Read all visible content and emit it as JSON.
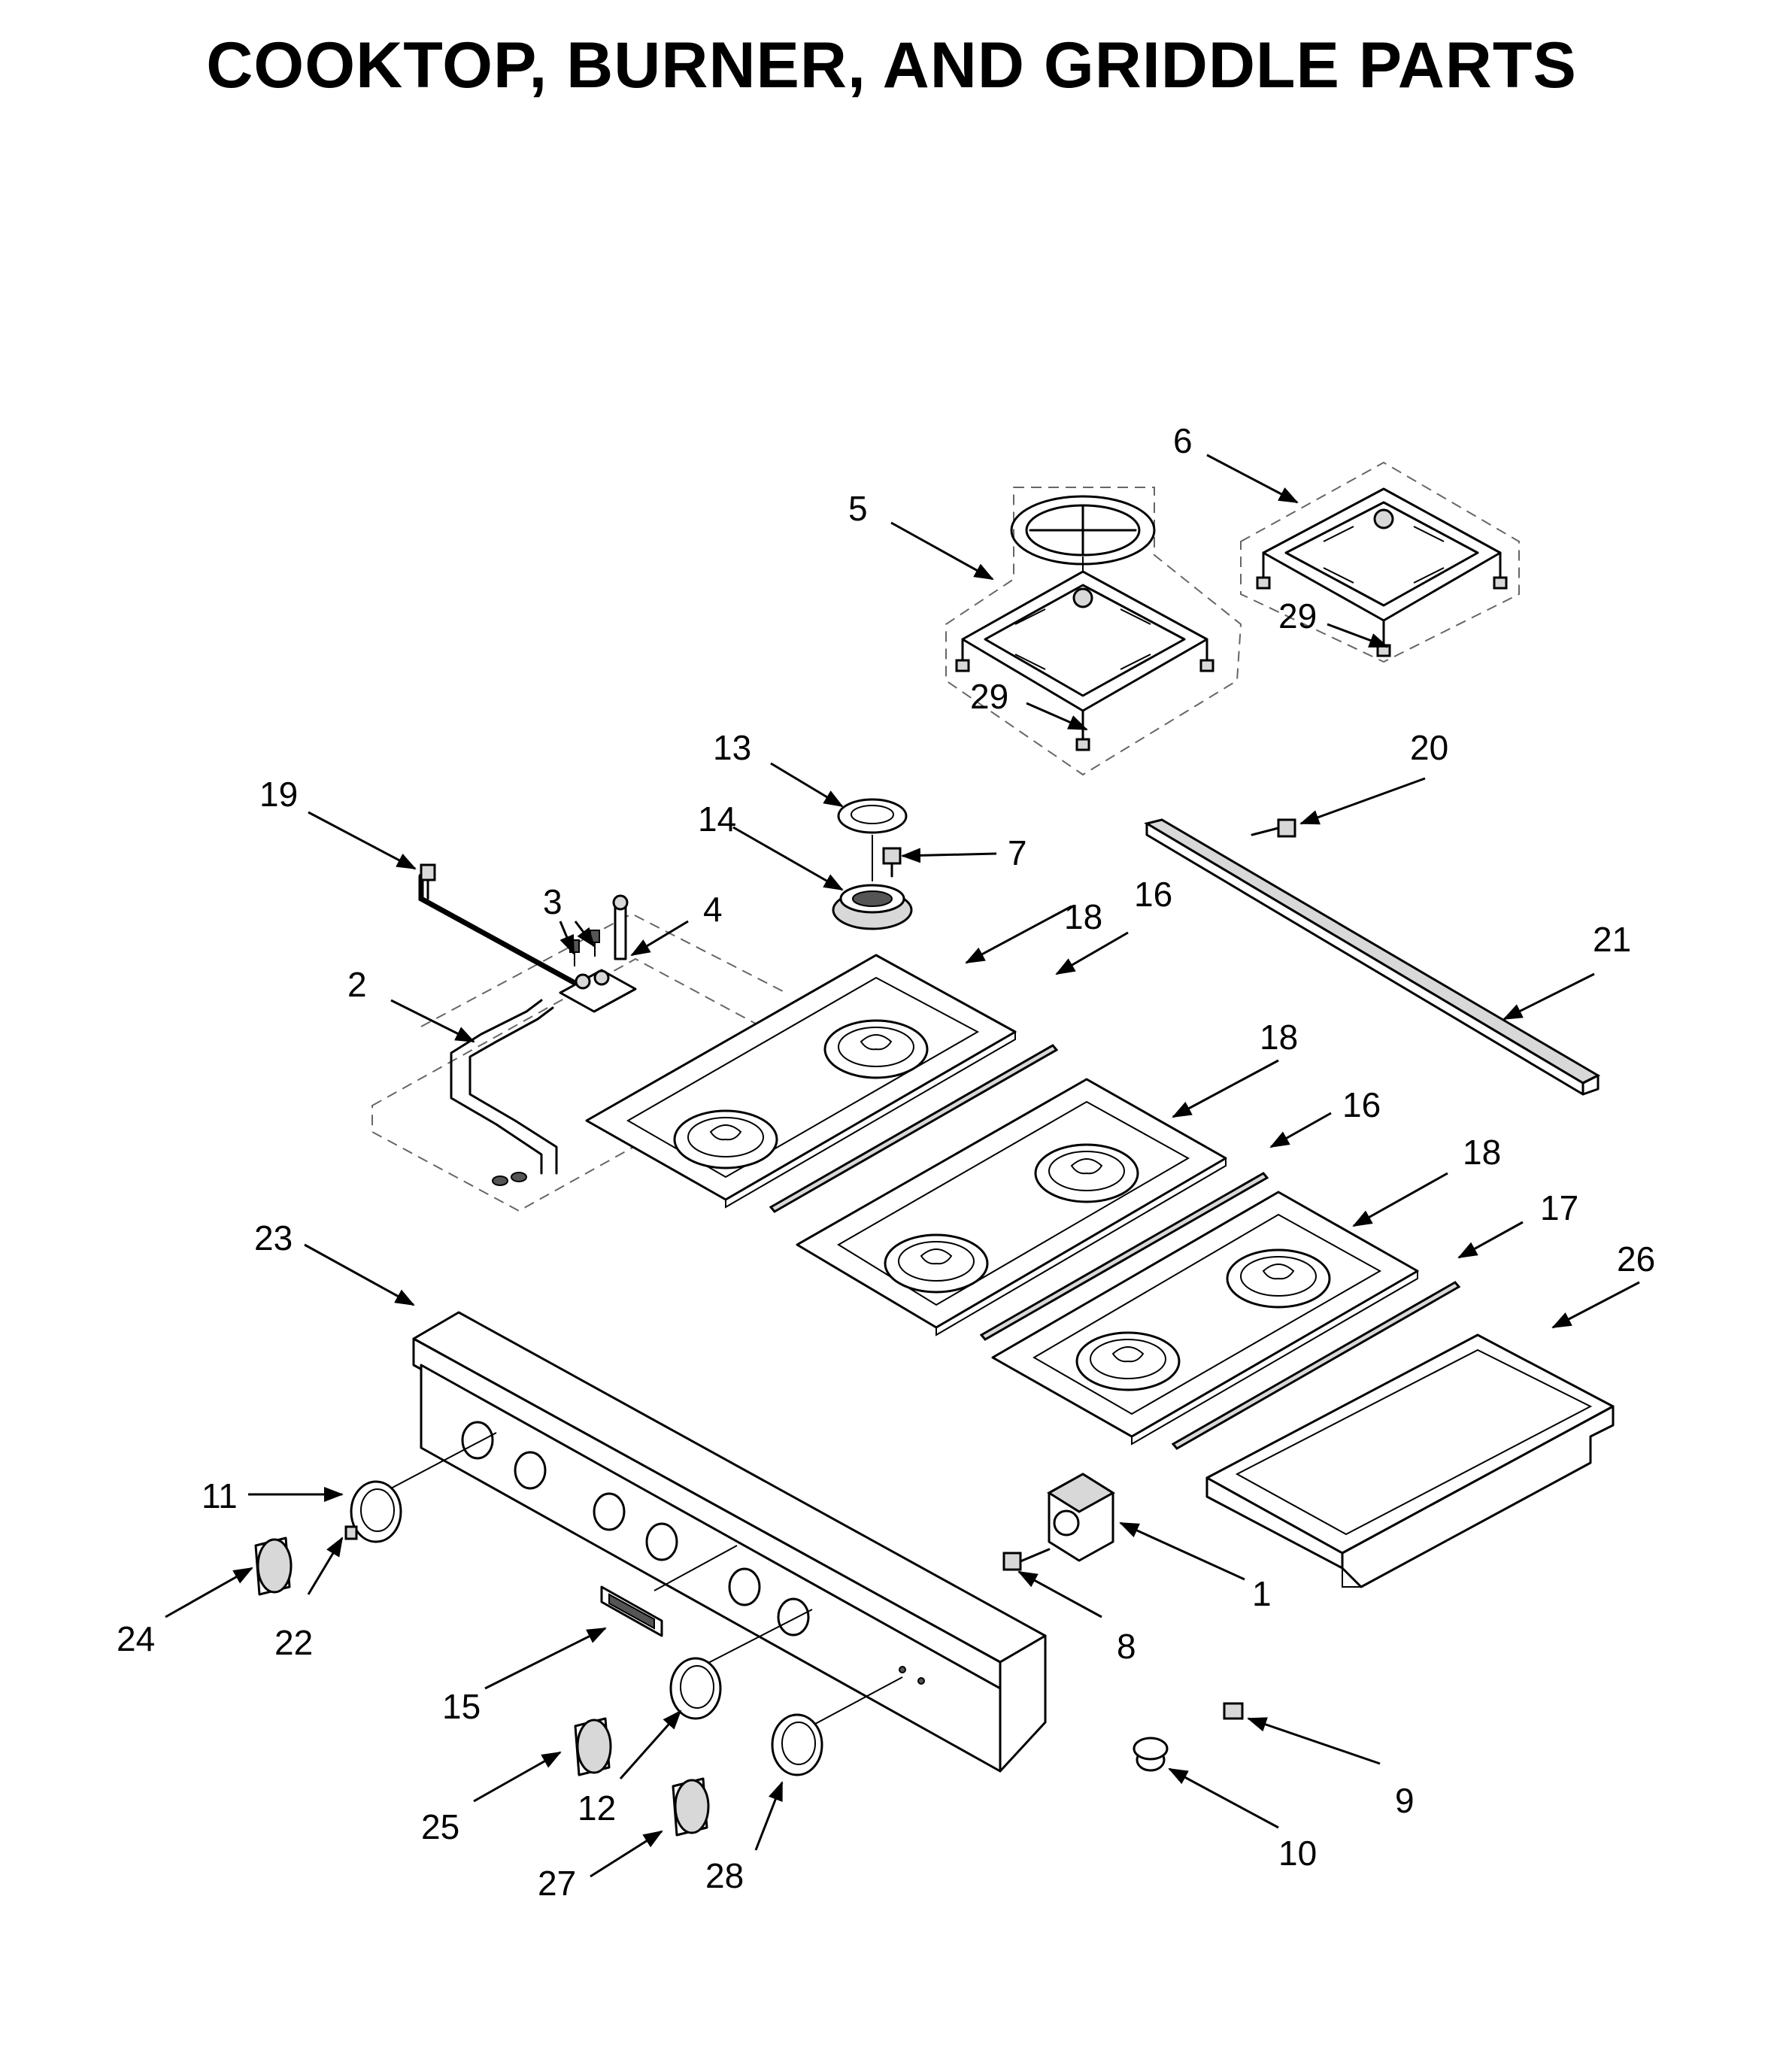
{
  "title": "COOKTOP, BURNER, AND GRIDDLE PARTS",
  "callouts": {
    "c1": "1",
    "c2": "2",
    "c3": "3",
    "c4": "4",
    "c5": "5",
    "c6": "6",
    "c7": "7",
    "c8": "8",
    "c9": "9",
    "c10": "10",
    "c11": "11",
    "c12": "12",
    "c13": "13",
    "c14": "14",
    "c15": "15",
    "c16a": "16",
    "c16b": "16",
    "c17": "17",
    "c18a": "18",
    "c18b": "18",
    "c18c": "18",
    "c19": "19",
    "c20": "20",
    "c21": "21",
    "c22": "22",
    "c23": "23",
    "c24": "24",
    "c25": "25",
    "c26": "26",
    "c27": "27",
    "c28": "28",
    "c29a": "29",
    "c29b": "29"
  }
}
